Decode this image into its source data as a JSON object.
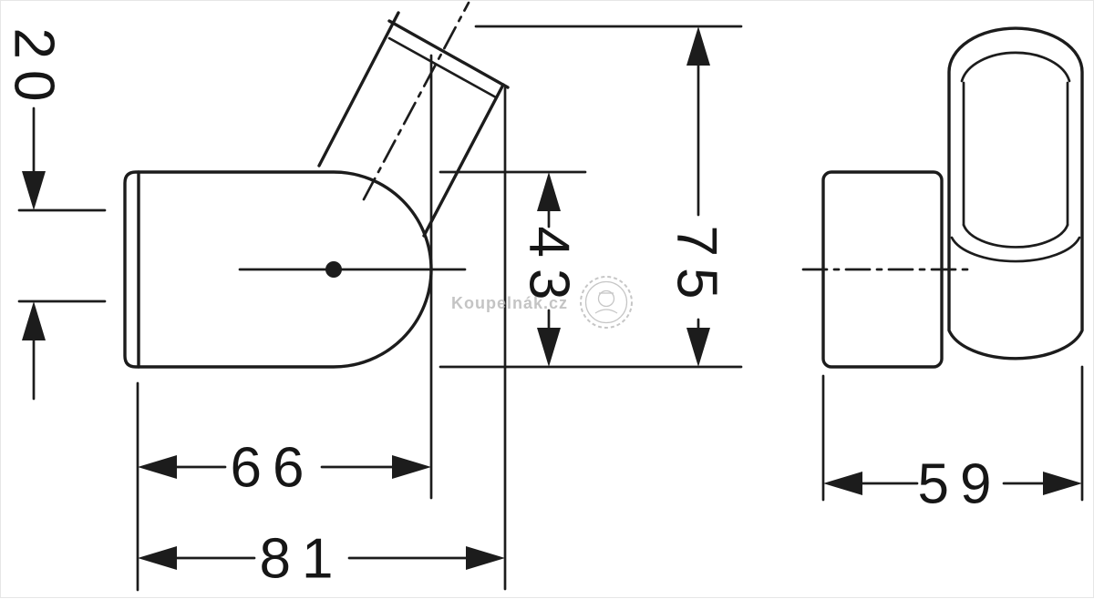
{
  "colors": {
    "line": "#1c1c1c",
    "watermark": "#b6b6b6",
    "background": "#ffffff"
  },
  "watermark": {
    "label": "Koupelnák.cz"
  },
  "dims": {
    "v20": "20",
    "v43": "43",
    "v75": "75",
    "h66": "66",
    "h81": "81",
    "h59": "59"
  }
}
